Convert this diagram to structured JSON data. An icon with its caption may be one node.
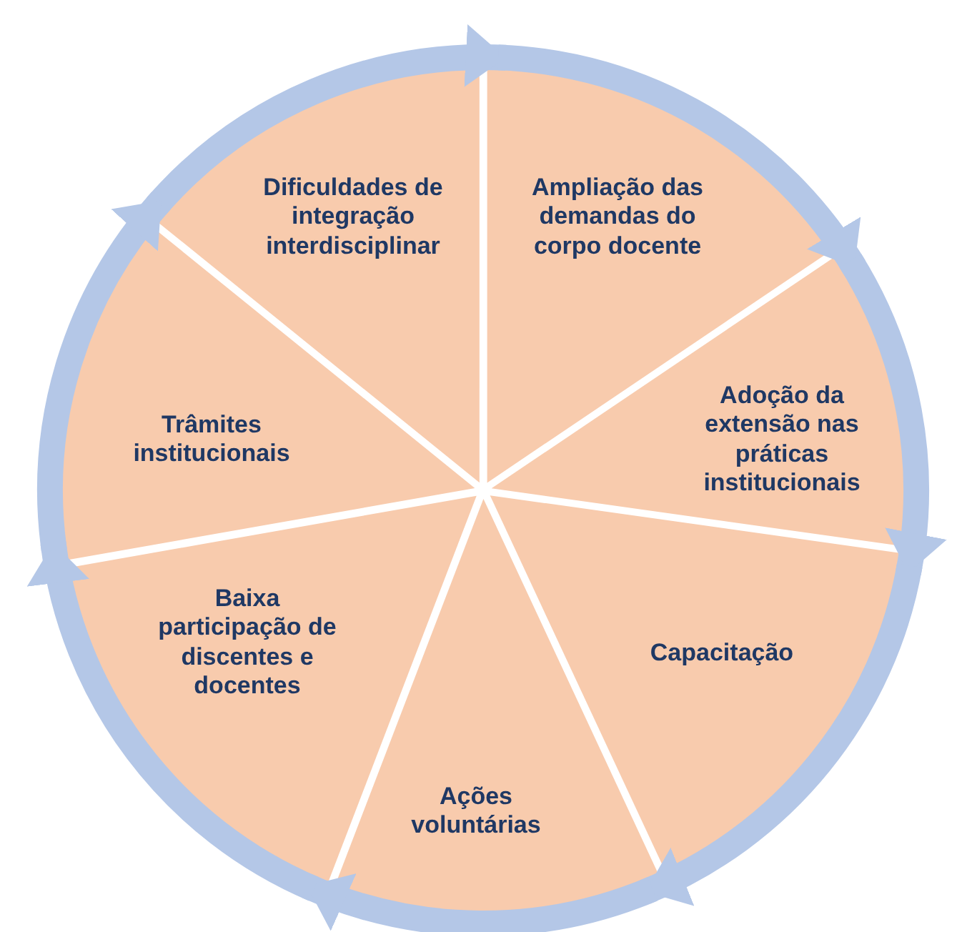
{
  "diagram": {
    "nodes": [
      {
        "text": [
          "Dificuldades de integração interdisciplinar"
        ]
      },
      {
        "text": [
          "Ampliação das demandas do corpo docente"
        ]
      },
      {
        "text": [
          "Adoção da extensão nas práticas institucionais"
        ]
      },
      {
        "text": [
          "Capacitação"
        ]
      },
      {
        "text": [
          "Ações voluntárias"
        ]
      },
      {
        "text": [
          "Baixa participação de discentes e docentes"
        ]
      },
      {
        "text": [
          "Trâmites institucionais"
        ]
      }
    ],
    "edges": [
      {
        "from": 0,
        "to": 1,
        "arrow": "to"
      },
      {
        "from": 1,
        "to": 2,
        "arrow": "to"
      },
      {
        "from": 2,
        "to": 3,
        "arrow": "to"
      },
      {
        "from": 3,
        "to": 4,
        "arrow": "to"
      },
      {
        "from": 4,
        "to": 5,
        "arrow": "to"
      },
      {
        "from": 5,
        "to": 6,
        "arrow": "to"
      },
      {
        "from": 6,
        "to": 0,
        "arrow": "to"
      }
    ]
  }
}
